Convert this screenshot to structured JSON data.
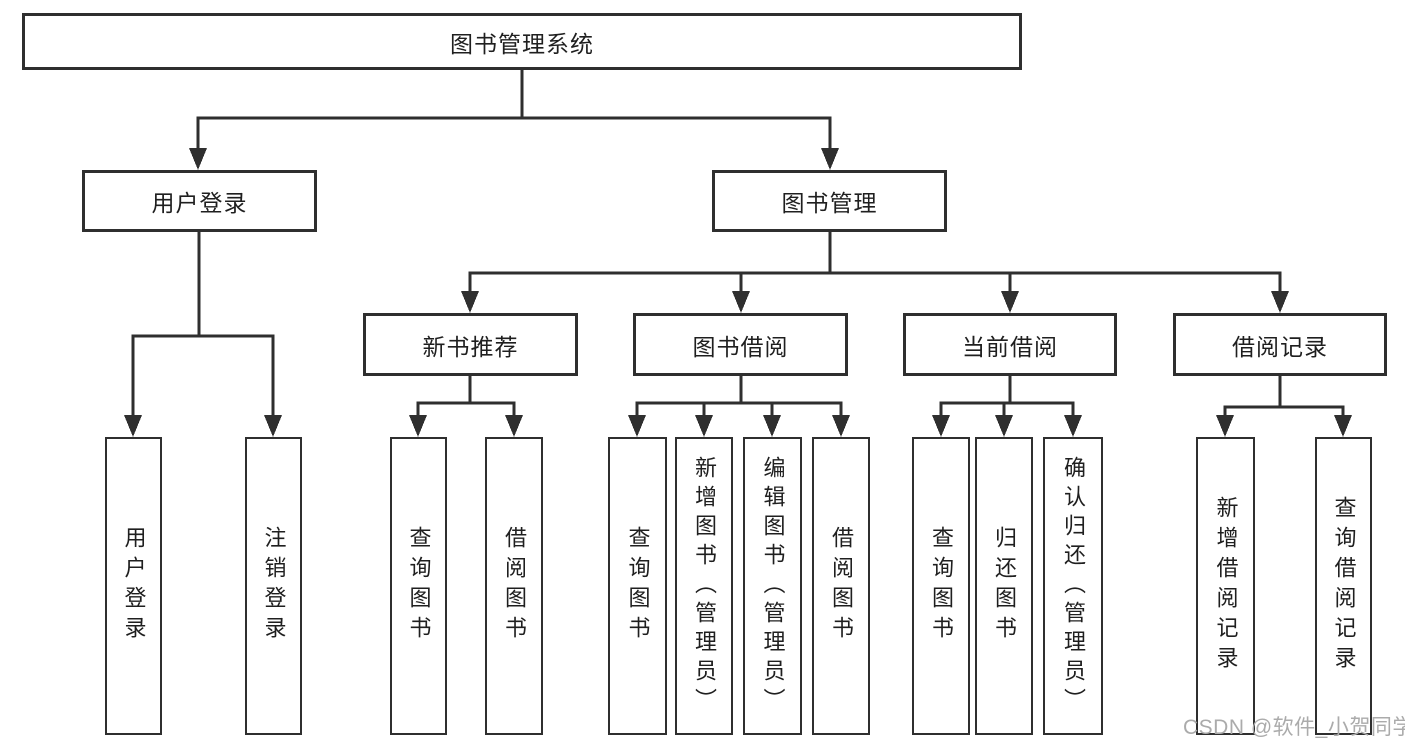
{
  "diagram": {
    "nodes": {
      "root": "图书管理系统",
      "user_login": "用户登录",
      "book_mgmt": "图书管理",
      "new_books": "新书推荐",
      "book_borrow": "图书借阅",
      "current_borrow": "当前借阅",
      "borrow_records": "借阅记录",
      "leaf_user_login": "用户登录",
      "leaf_logout": "注销登录",
      "leaf_nb_query": "查询图书",
      "leaf_nb_borrow": "借阅图书",
      "leaf_bb_query": "查询图书",
      "leaf_bb_add": "新增图书（管理员）",
      "leaf_bb_edit": "编辑图书（管理员）",
      "leaf_bb_borrow": "借阅图书",
      "leaf_cb_query": "查询图书",
      "leaf_cb_return": "归还图书",
      "leaf_cb_confirm": "确认归还（管理员）",
      "leaf_br_add": "新增借阅记录",
      "leaf_br_query": "查询借阅记录"
    },
    "watermark": "CSDN @软件_小贺同学",
    "colors": {
      "line": "#2f2f2f",
      "text": "#1f1f1f",
      "background": "#ffffff",
      "watermark": "#ababab"
    }
  }
}
